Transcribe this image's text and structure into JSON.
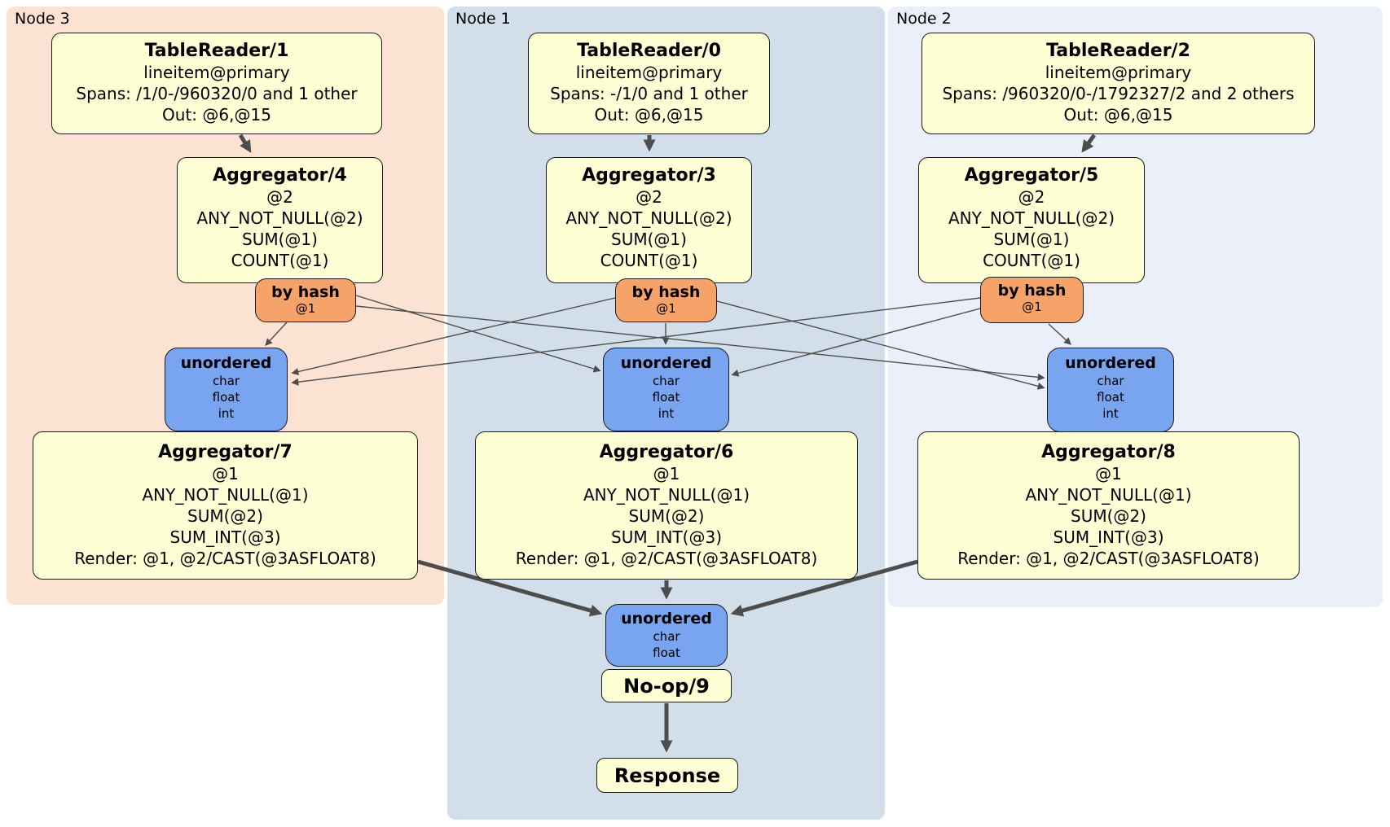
{
  "title": "DistSQL physical plan diagram",
  "nodes": [
    {
      "label": "Node 3",
      "tr": {
        "title": "TableReader/1",
        "index": "lineitem@primary",
        "spans": "Spans: /1/0-/960320/0 and 1 other",
        "out": "Out: @6,@15"
      },
      "agg": {
        "title": "Aggregator/4",
        "lines": [
          "@2",
          "ANY_NOT_NULL(@2)",
          "SUM(@1)",
          "COUNT(@1)"
        ]
      },
      "router": {
        "title": "by hash",
        "key": "@1"
      },
      "sync": {
        "title": "unordered",
        "cols": [
          "char",
          "float",
          "int"
        ]
      },
      "agg2": {
        "title": "Aggregator/7",
        "lines": [
          "@1",
          "ANY_NOT_NULL(@1)",
          "SUM(@2)",
          "SUM_INT(@3)",
          "Render: @1, @2/CAST(@3ASFLOAT8)"
        ]
      }
    },
    {
      "label": "Node 1",
      "tr": {
        "title": "TableReader/0",
        "index": "lineitem@primary",
        "spans": "Spans: -/1/0 and 1 other",
        "out": "Out: @6,@15"
      },
      "agg": {
        "title": "Aggregator/3",
        "lines": [
          "@2",
          "ANY_NOT_NULL(@2)",
          "SUM(@1)",
          "COUNT(@1)"
        ]
      },
      "router": {
        "title": "by hash",
        "key": "@1"
      },
      "sync": {
        "title": "unordered",
        "cols": [
          "char",
          "float",
          "int"
        ]
      },
      "agg2": {
        "title": "Aggregator/6",
        "lines": [
          "@1",
          "ANY_NOT_NULL(@1)",
          "SUM(@2)",
          "SUM_INT(@3)",
          "Render: @1, @2/CAST(@3ASFLOAT8)"
        ]
      }
    },
    {
      "label": "Node 2",
      "tr": {
        "title": "TableReader/2",
        "index": "lineitem@primary",
        "spans": "Spans: /960320/0-/1792327/2 and 2 others",
        "out": "Out: @6,@15"
      },
      "agg": {
        "title": "Aggregator/5",
        "lines": [
          "@2",
          "ANY_NOT_NULL(@2)",
          "SUM(@1)",
          "COUNT(@1)"
        ]
      },
      "router": {
        "title": "by hash",
        "key": "@1"
      },
      "sync": {
        "title": "unordered",
        "cols": [
          "char",
          "float",
          "int"
        ]
      },
      "agg2": {
        "title": "Aggregator/8",
        "lines": [
          "@1",
          "ANY_NOT_NULL(@1)",
          "SUM(@2)",
          "SUM_INT(@3)",
          "Render: @1, @2/CAST(@3ASFLOAT8)"
        ]
      }
    }
  ],
  "output": {
    "sync": {
      "title": "unordered",
      "cols": [
        "char",
        "float"
      ]
    },
    "noop": {
      "title": "No-op/9"
    },
    "response": {
      "title": "Response"
    }
  },
  "colors": {
    "node3_bg": "#fbe2d3",
    "node1_bg": "#d2dee9",
    "node2_bg": "#eaeffa",
    "operator_bg": "#ffffd6",
    "operator_border": "#1a1a1a",
    "router_bg": "#f5a369",
    "sync_bg": "#79a4f0",
    "edge": "#4d4d4d"
  }
}
